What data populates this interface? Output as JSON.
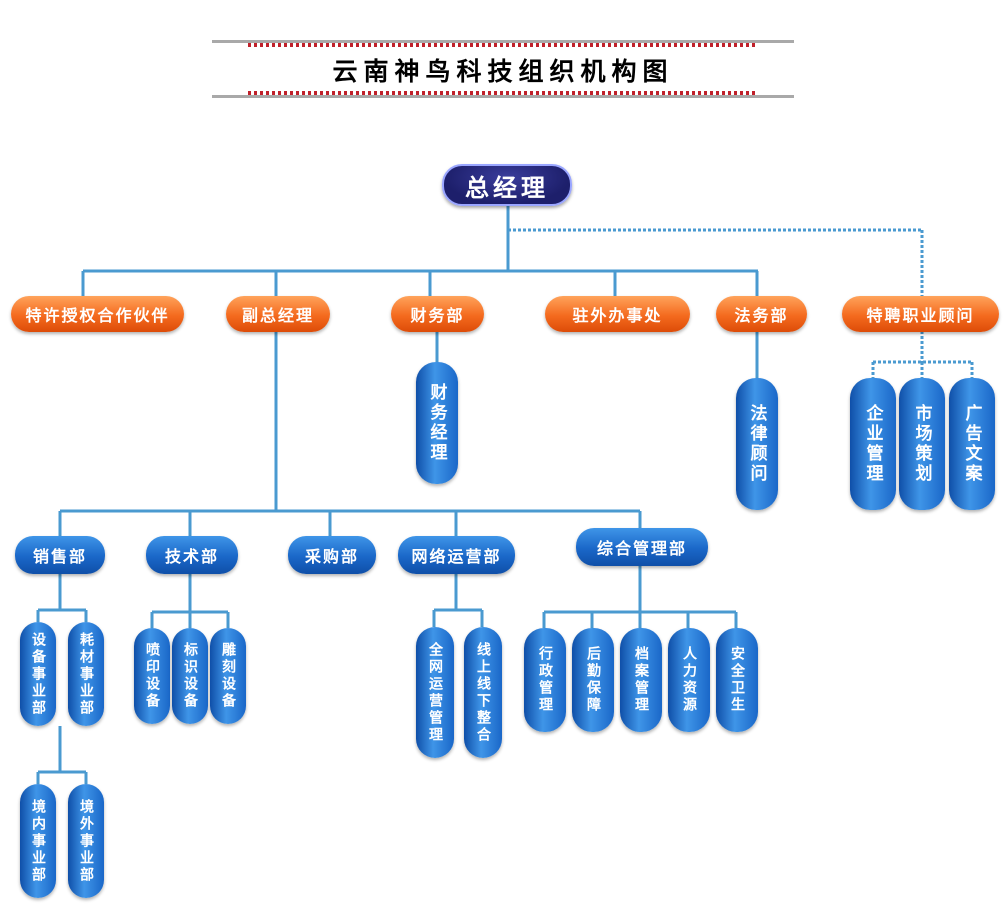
{
  "title": "云南神鸟科技组织机构图",
  "ceo": "总经理",
  "level1": {
    "franchise": "特许授权合作伙伴",
    "vice_gm": "副总经理",
    "finance_dept": "财务部",
    "office": "驻外办事处",
    "legal_dept": "法务部",
    "consultants": "特聘职业顾问"
  },
  "finance_children": [
    "财务经理"
  ],
  "legal_children": [
    "法律顾问"
  ],
  "consultant_children": [
    "企业管理",
    "市场策划",
    "广告文案"
  ],
  "level2": {
    "sales": "销售部",
    "tech": "技术部",
    "purchase": "采购部",
    "network": "网络运营部",
    "admin": "综合管理部"
  },
  "sales_children": [
    "设备事业部",
    "耗材事业部"
  ],
  "sales_sub_children": [
    "境内事业部",
    "境外事业部"
  ],
  "tech_children": [
    "喷印设备",
    "标识设备",
    "雕刻设备"
  ],
  "network_children": [
    "全网运营管理",
    "线上线下整合"
  ],
  "admin_children": [
    "行政管理",
    "后勤保障",
    "档案管理",
    "人力资源",
    "安全卫生"
  ],
  "colors": {
    "connector": "#4a9ad0",
    "orange": "#f46a1e",
    "blue": "#1a67c8",
    "ceo": "#1d1f6b"
  }
}
